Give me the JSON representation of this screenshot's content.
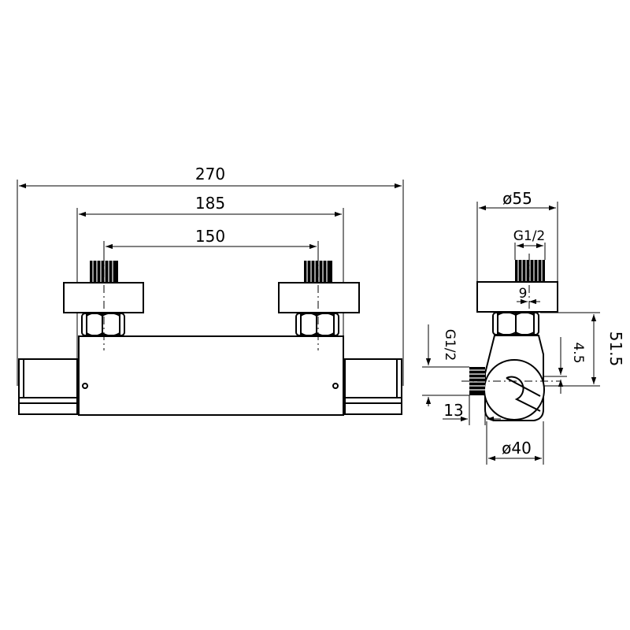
{
  "front_view": {
    "dim_overall": "270",
    "dim_body": "185",
    "dim_centers": "150"
  },
  "side_view": {
    "dim_diameter_top": "ø55",
    "dim_thread_top": "G1/2",
    "dim_thread_offset": "9",
    "dim_height": "51.5",
    "dim_offset_small": "4.5",
    "dim_thread_side": "G1/2",
    "dim_outlet_length": "13",
    "dim_diameter_bottom": "ø40"
  },
  "colors": {
    "line": "#000000",
    "background": "#ffffff"
  }
}
